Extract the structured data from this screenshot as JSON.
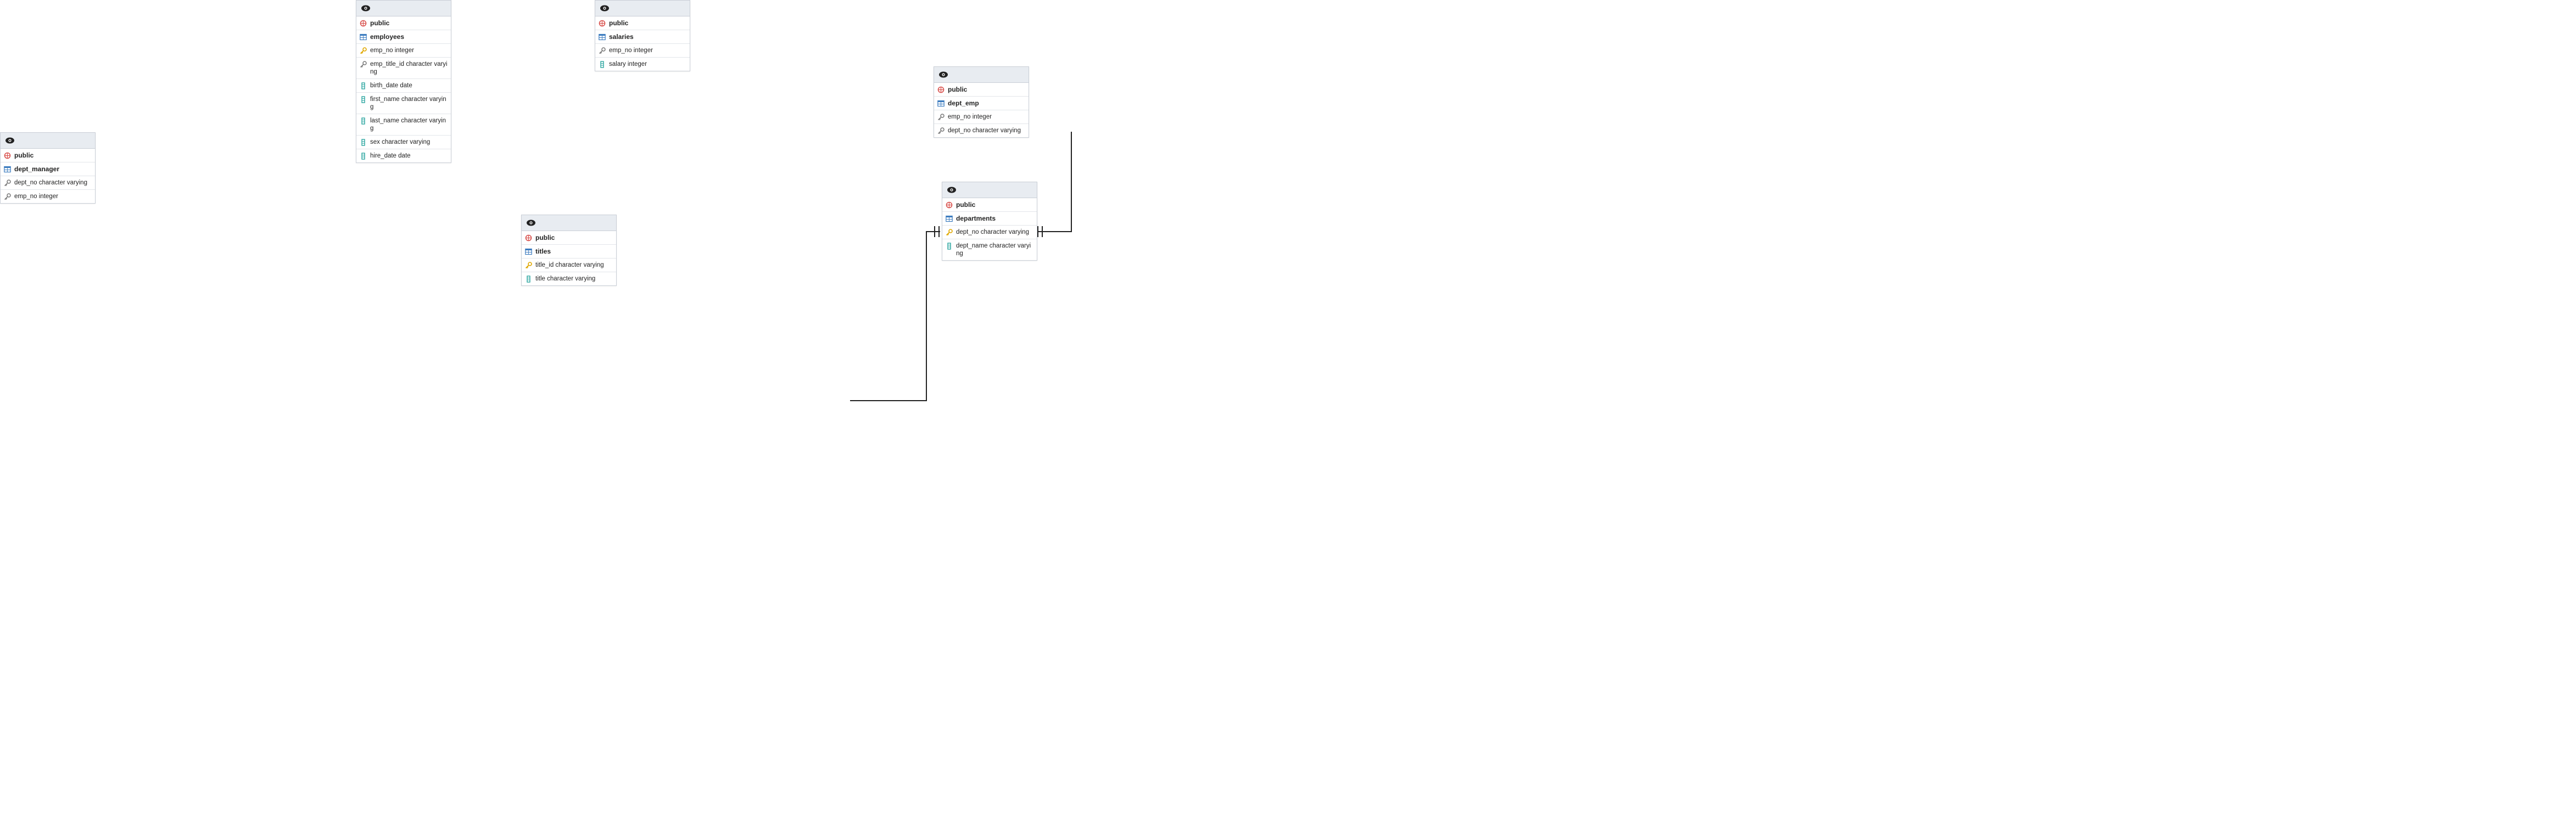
{
  "tables": [
    {
      "id": "employees",
      "schema": "public",
      "name": "employees",
      "columns": [
        {
          "label": "emp_no integer",
          "icon": "primary-key-icon"
        },
        {
          "label": "emp_title_id character varying",
          "icon": "foreign-key-icon"
        },
        {
          "label": "birth_date date",
          "icon": "column-icon"
        },
        {
          "label": "first_name character varying",
          "icon": "column-icon"
        },
        {
          "label": "last_name character varying",
          "icon": "column-icon"
        },
        {
          "label": "sex character varying",
          "icon": "column-icon"
        },
        {
          "label": "hire_date date",
          "icon": "column-icon"
        }
      ]
    },
    {
      "id": "salaries",
      "schema": "public",
      "name": "salaries",
      "columns": [
        {
          "label": "emp_no integer",
          "icon": "foreign-key-icon"
        },
        {
          "label": "salary integer",
          "icon": "column-icon"
        }
      ]
    },
    {
      "id": "dept_manager",
      "schema": "public",
      "name": "dept_manager",
      "columns": [
        {
          "label": "dept_no character varying",
          "icon": "foreign-key-icon"
        },
        {
          "label": "emp_no integer",
          "icon": "foreign-key-icon"
        }
      ]
    },
    {
      "id": "dept_emp",
      "schema": "public",
      "name": "dept_emp",
      "columns": [
        {
          "label": "emp_no integer",
          "icon": "foreign-key-icon"
        },
        {
          "label": "dept_no character varying",
          "icon": "foreign-key-icon"
        }
      ]
    },
    {
      "id": "titles",
      "schema": "public",
      "name": "titles",
      "columns": [
        {
          "label": "title_id character varying",
          "icon": "primary-key-icon"
        },
        {
          "label": "title character varying",
          "icon": "column-icon"
        }
      ]
    },
    {
      "id": "departments",
      "schema": "public",
      "name": "departments",
      "columns": [
        {
          "label": "dept_no character varying",
          "icon": "primary-key-icon"
        },
        {
          "label": "dept_name character varying",
          "icon": "column-icon"
        }
      ]
    }
  ]
}
